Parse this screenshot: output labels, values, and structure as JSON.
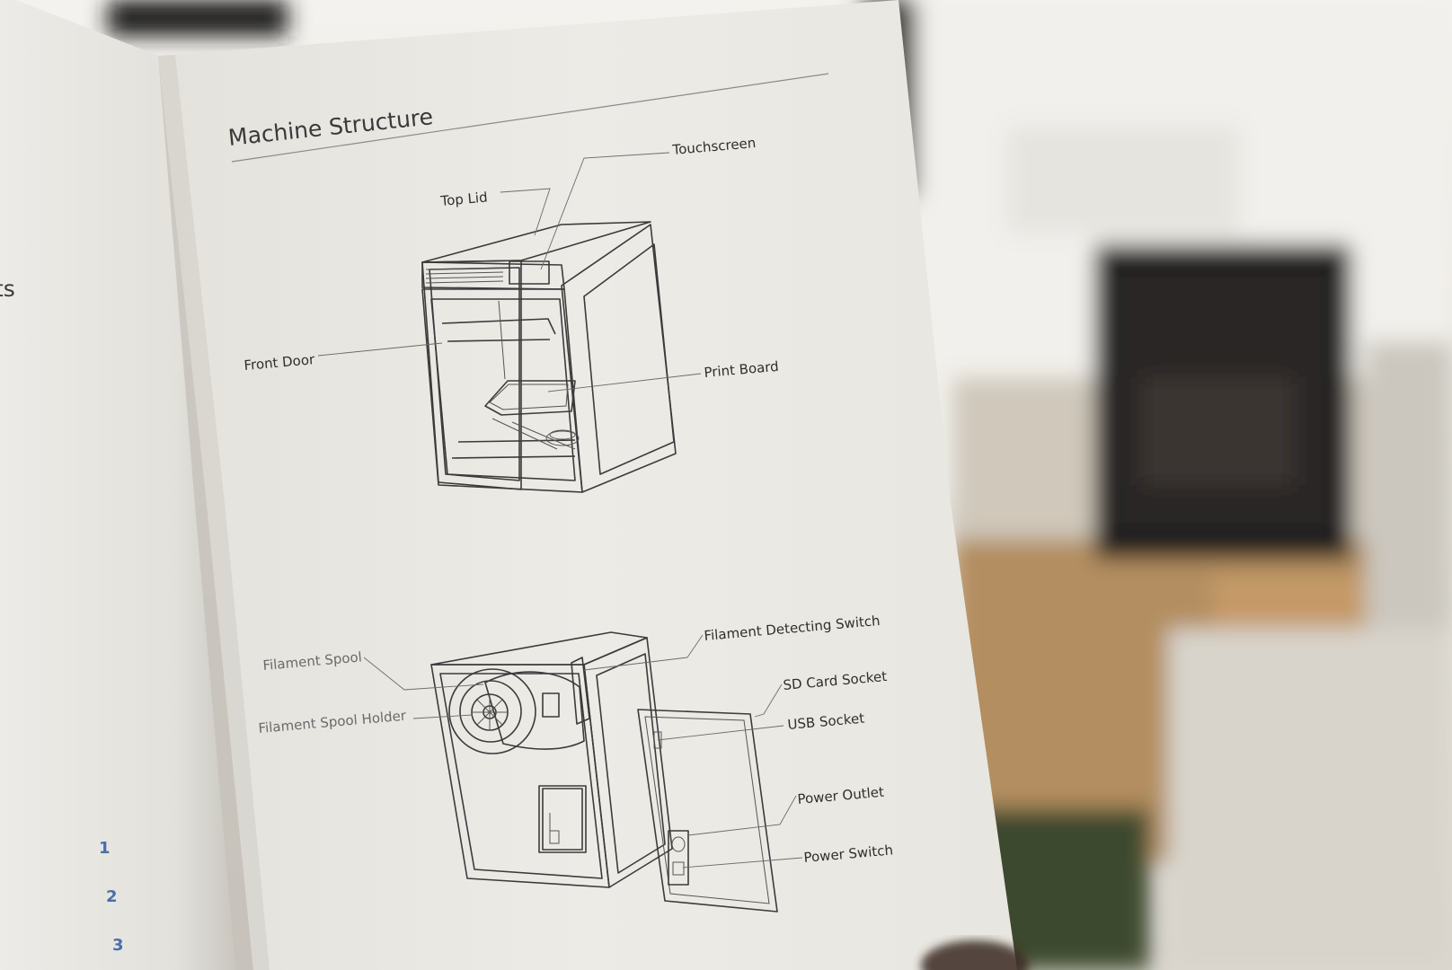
{
  "page": {
    "title": "Machine Structure",
    "left_page_fragment": "ts",
    "left_page_numbers": [
      "1",
      "2",
      "3"
    ]
  },
  "diagram_front": {
    "labels": {
      "touchscreen": "Touchscreen",
      "top_lid": "Top Lid",
      "front_door": "Front Door",
      "print_board": "Print Board"
    }
  },
  "diagram_back": {
    "labels": {
      "filament_detecting_switch": "Filament Detecting Switch",
      "filament_spool": "Filament Spool",
      "sd_card_socket": "SD Card Socket",
      "filament_spool_holder": "Filament Spool Holder",
      "usb_socket": "USB Socket",
      "power_outlet": "Power Outlet",
      "power_switch": "Power Switch"
    }
  }
}
